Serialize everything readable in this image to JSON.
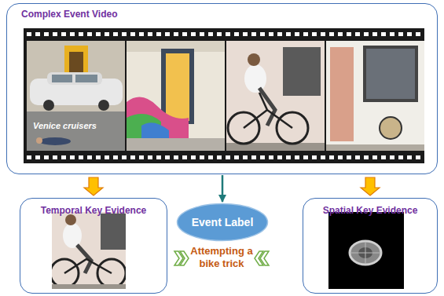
{
  "diagram": {
    "nodes": [
      {
        "text": [
          "Complex Event Video"
        ]
      },
      {
        "text": [
          "Event Label"
        ]
      },
      {
        "text": [
          "Temporal Key Evidence"
        ]
      },
      {
        "text": [
          "Spatial Key Evidence"
        ]
      }
    ],
    "edges": [
      {
        "from": 0,
        "to": 2,
        "arrow": "to"
      },
      {
        "from": 0,
        "to": 1,
        "arrow": "to"
      },
      {
        "from": 0,
        "to": 3,
        "arrow": "to"
      }
    ],
    "labels": [
      "Venice cruisers",
      "Attempting a bike trick"
    ]
  }
}
